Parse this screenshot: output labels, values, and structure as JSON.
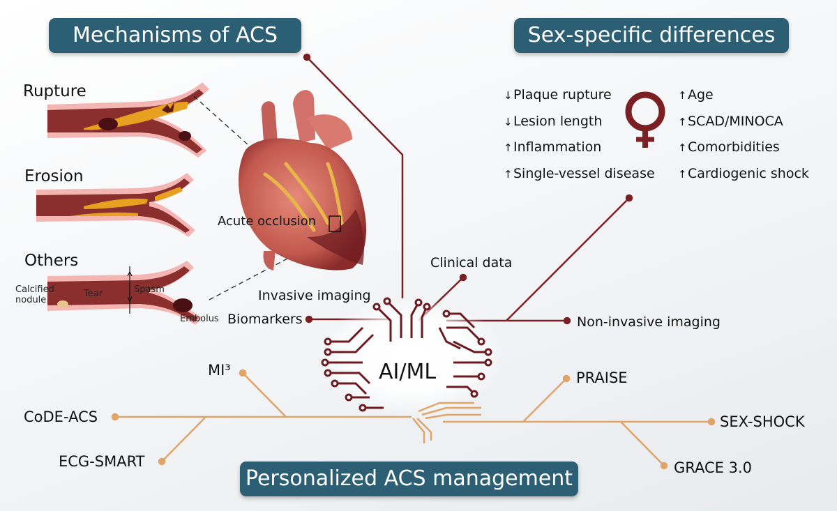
{
  "titles": {
    "mechanisms": "Mechanisms of ACS",
    "sex_differences": "Sex-specific differences",
    "personalized": "Personalized ACS management"
  },
  "mechanisms": {
    "rupture": "Rupture",
    "erosion": "Erosion",
    "others": "Others",
    "calcified_nodule": "Calcified nodule",
    "tear": "Tear",
    "spasm": "Spasm",
    "embolus": "Embolus",
    "acute_occlusion": "Acute occlusion"
  },
  "sex_differences": {
    "left": [
      {
        "arrow": "↓",
        "text": "Plaque rupture"
      },
      {
        "arrow": "↓",
        "text": "Lesion length"
      },
      {
        "arrow": "↑",
        "text": "Inflammation"
      },
      {
        "arrow": "↑",
        "text": "Single-vessel disease"
      }
    ],
    "right": [
      {
        "arrow": "↑",
        "text": "Age"
      },
      {
        "arrow": "↑",
        "text": "SCAD/MINOCA"
      },
      {
        "arrow": "↑",
        "text": "Comorbidities"
      },
      {
        "arrow": "↑",
        "text": "Cardiogenic shock"
      }
    ],
    "symbol": "female-symbol-icon"
  },
  "ai": {
    "center": "AI/ML",
    "inputs": {
      "clinical_data": "Clinical data",
      "invasive_imaging": "Invasive imaging",
      "biomarkers": "Biomarkers",
      "non_invasive_imaging": "Non-invasive imaging"
    }
  },
  "tools": {
    "mi3": "MI³",
    "code_acs": "CoDE-ACS",
    "ecg_smart": "ECG-SMART",
    "praise": "PRAISE",
    "sex_shock": "SEX-SHOCK",
    "grace": "GRACE 3.0"
  },
  "colors": {
    "title_bg": "#2c5f74",
    "dark_red": "#7a1f24",
    "orange": "#e0a468",
    "vessel": "#8a2e2e",
    "plaque": "#e8a020"
  }
}
